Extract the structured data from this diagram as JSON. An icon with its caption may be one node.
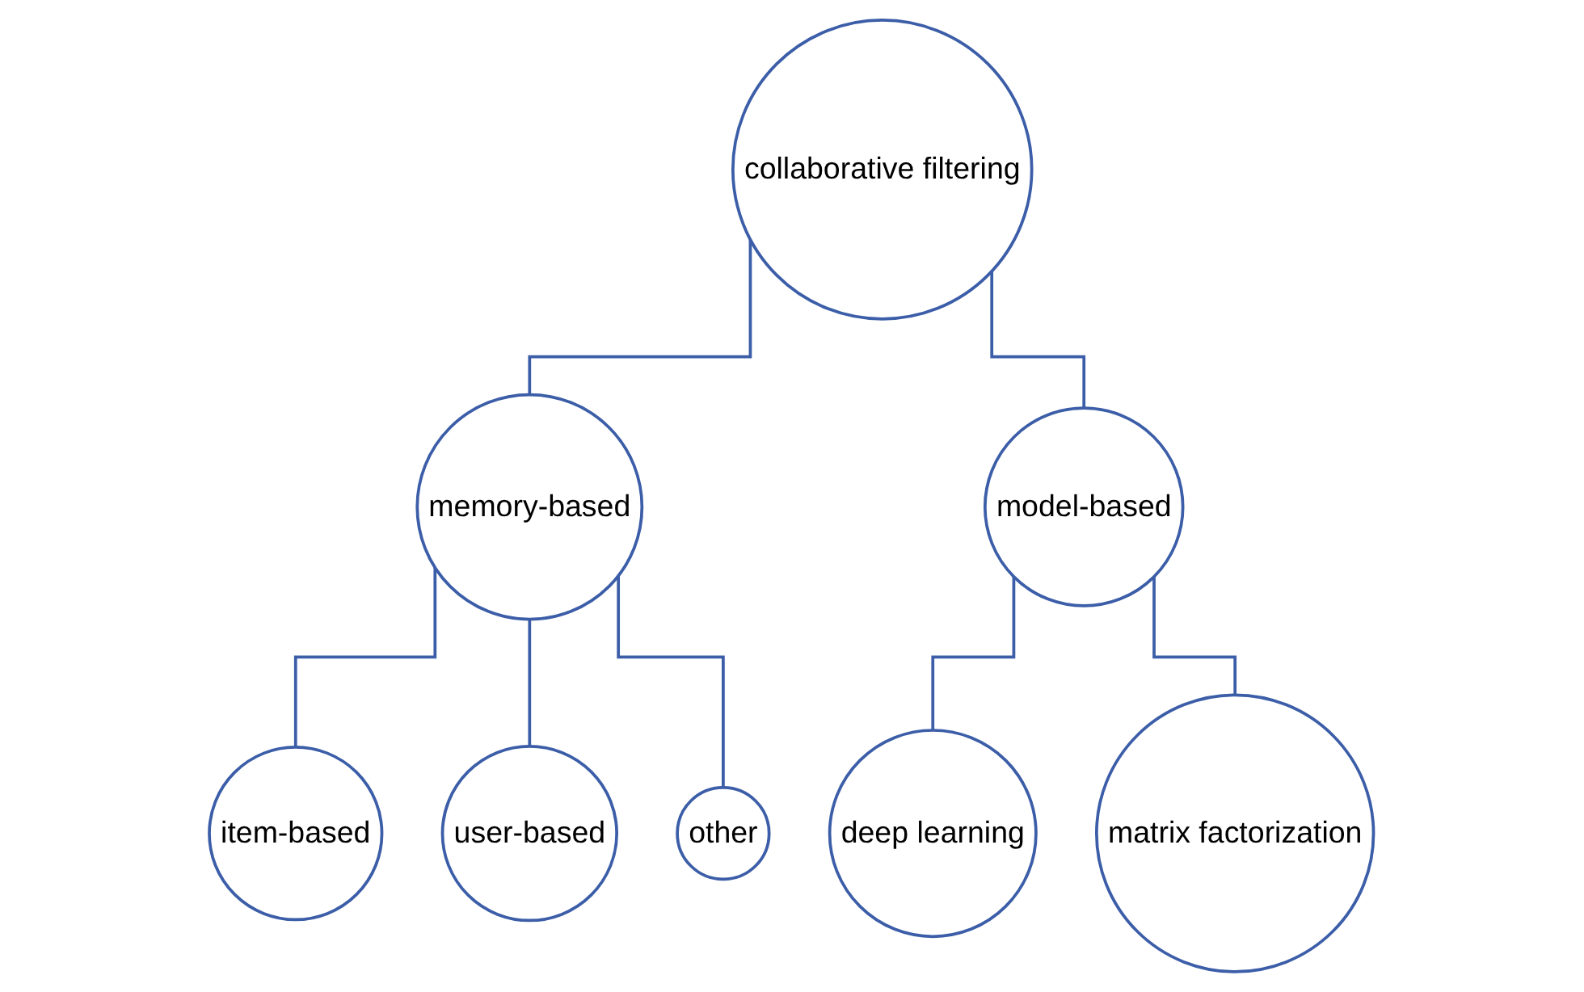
{
  "diagram": {
    "nodes": [
      {
        "text": [
          "collaborative filtering"
        ]
      },
      {
        "text": [
          "memory-based"
        ]
      },
      {
        "text": [
          "model-based"
        ]
      },
      {
        "text": [
          "item-based"
        ]
      },
      {
        "text": [
          "user-based"
        ]
      },
      {
        "text": [
          "other"
        ]
      },
      {
        "text": [
          "deep learning"
        ]
      },
      {
        "text": [
          "matrix factorization"
        ]
      }
    ],
    "edges": [
      {
        "from": 0,
        "to": 1,
        "arrow": "none"
      },
      {
        "from": 0,
        "to": 2,
        "arrow": "none"
      },
      {
        "from": 1,
        "to": 3,
        "arrow": "none"
      },
      {
        "from": 1,
        "to": 4,
        "arrow": "none"
      },
      {
        "from": 1,
        "to": 5,
        "arrow": "none"
      },
      {
        "from": 2,
        "to": 6,
        "arrow": "none"
      },
      {
        "from": 2,
        "to": 7,
        "arrow": "none"
      }
    ]
  }
}
